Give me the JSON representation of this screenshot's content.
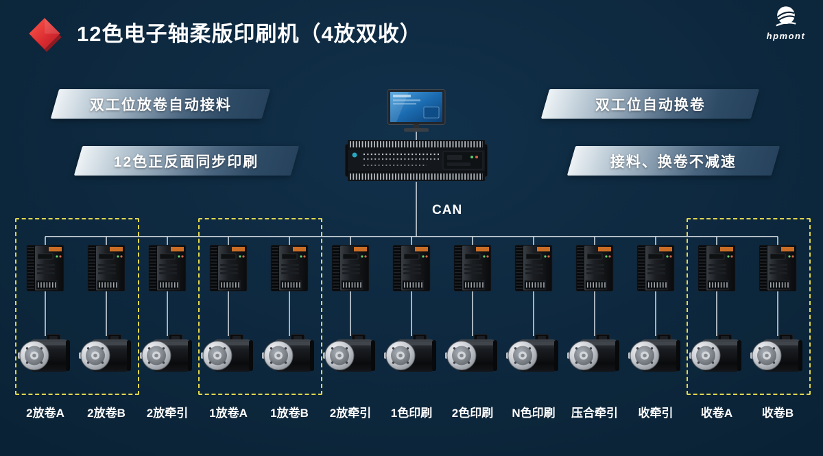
{
  "header": {
    "title": "12色电子轴柔版印刷机（4放双收）",
    "brand": "hpmont"
  },
  "banners": {
    "left": [
      "双工位放卷自动接料",
      "12色正反面同步印刷"
    ],
    "right": [
      "双工位自动换卷",
      "接料、换卷不减速"
    ]
  },
  "bus": {
    "label": "CAN"
  },
  "axes": [
    {
      "label": "2放卷A"
    },
    {
      "label": "2放卷B"
    },
    {
      "label": "2放牵引"
    },
    {
      "label": "1放卷A"
    },
    {
      "label": "1放卷B"
    },
    {
      "label": "2放牵引"
    },
    {
      "label": "1色印刷"
    },
    {
      "label": "2色印刷"
    },
    {
      "label": "N色印刷"
    },
    {
      "label": "压合牵引"
    },
    {
      "label": "收牵引"
    },
    {
      "label": "收卷A"
    },
    {
      "label": "收卷B"
    }
  ],
  "groups": [
    [
      0,
      1
    ],
    [
      3,
      4
    ],
    [
      11,
      12
    ]
  ],
  "colors": {
    "background": "#0b2438",
    "accent_red": "#d92b30",
    "dashed_yellow": "#e3d84e",
    "screen_blue": "#1b6bb0",
    "wire_white": "#e9eef2"
  }
}
